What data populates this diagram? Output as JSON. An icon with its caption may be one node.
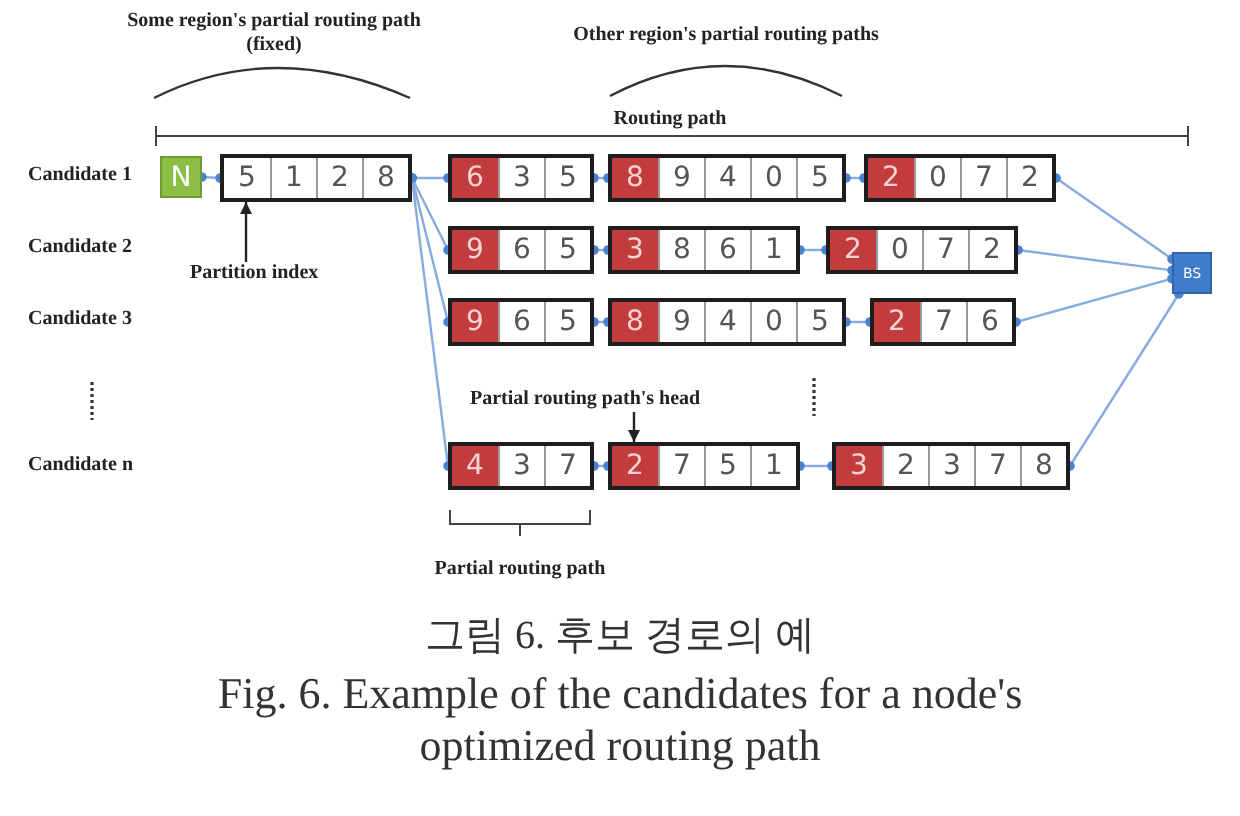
{
  "diagram": {
    "caption": "그림 6. 후보 경로의 예",
    "nodes": [
      {
        "text": [
          "N"
        ]
      },
      {
        "text": [
          "5",
          "1",
          "2",
          "8"
        ]
      },
      {
        "text": [
          "6",
          "3",
          "5"
        ]
      },
      {
        "text": [
          "8",
          "9",
          "4",
          "0",
          "5"
        ]
      },
      {
        "text": [
          "2",
          "0",
          "7",
          "2"
        ]
      },
      {
        "text": [
          "Partition index"
        ]
      },
      {
        "text": [
          "9",
          "6",
          "5"
        ]
      },
      {
        "text": [
          "3",
          "8",
          "6",
          "1"
        ]
      },
      {
        "text": [
          "2",
          "0",
          "7",
          "2"
        ]
      },
      {
        "text": [
          "BS"
        ]
      },
      {
        "text": [
          "9",
          "6",
          "5"
        ]
      },
      {
        "text": [
          "8",
          "9",
          "4",
          "0",
          "5"
        ]
      },
      {
        "text": [
          "2",
          "7",
          "6"
        ]
      },
      {
        "text": [
          "Partial routing path's head"
        ]
      },
      {
        "text": [
          "4",
          "3",
          "7"
        ]
      },
      {
        "text": [
          "2",
          "7",
          "5",
          "1"
        ]
      },
      {
        "text": [
          "3",
          "2",
          "3",
          "7",
          "8"
        ]
      }
    ],
    "edges": [
      {
        "from": 0,
        "to": 1,
        "arrow": "other"
      },
      {
        "from": 1,
        "to": 2,
        "arrow": "other"
      },
      {
        "from": 2,
        "to": 3,
        "arrow": "other"
      },
      {
        "from": 3,
        "to": 4,
        "arrow": "other"
      },
      {
        "from": 4,
        "to": 9,
        "arrow": "other"
      },
      {
        "from": 5,
        "to": 1,
        "arrow": "to",
        "color": "#222222"
      },
      {
        "from": 1,
        "to": 6,
        "arrow": "other"
      },
      {
        "from": 6,
        "to": 7,
        "arrow": "other"
      },
      {
        "from": 7,
        "to": 8,
        "arrow": "other"
      },
      {
        "from": 8,
        "to": 9,
        "arrow": "other"
      },
      {
        "from": 1,
        "to": 10,
        "arrow": "other"
      },
      {
        "from": 10,
        "to": 11,
        "arrow": "other"
      },
      {
        "from": 11,
        "to": 12,
        "arrow": "other"
      },
      {
        "from": 12,
        "to": 9,
        "arrow": "other"
      },
      {
        "from": 13,
        "to": 15,
        "arrow": "to",
        "color": "#222222"
      },
      {
        "from": 1,
        "to": 14,
        "arrow": "other"
      },
      {
        "from": 14,
        "to": 15,
        "arrow": "other"
      },
      {
        "from": 15,
        "to": 16,
        "arrow": "other"
      },
      {
        "from": 16,
        "to": 9,
        "arrow": "other"
      }
    ],
    "labels": [
      "Some region's partial routing path (fixed)",
      "Other region's partial routing paths",
      "Routing path",
      "Candidate 1",
      "Candidate 2",
      "Candidate 3",
      "Candidate n",
      "Partial routing path",
      "Fig. 6. Example of the candidates for a node's optimized routing path"
    ]
  }
}
